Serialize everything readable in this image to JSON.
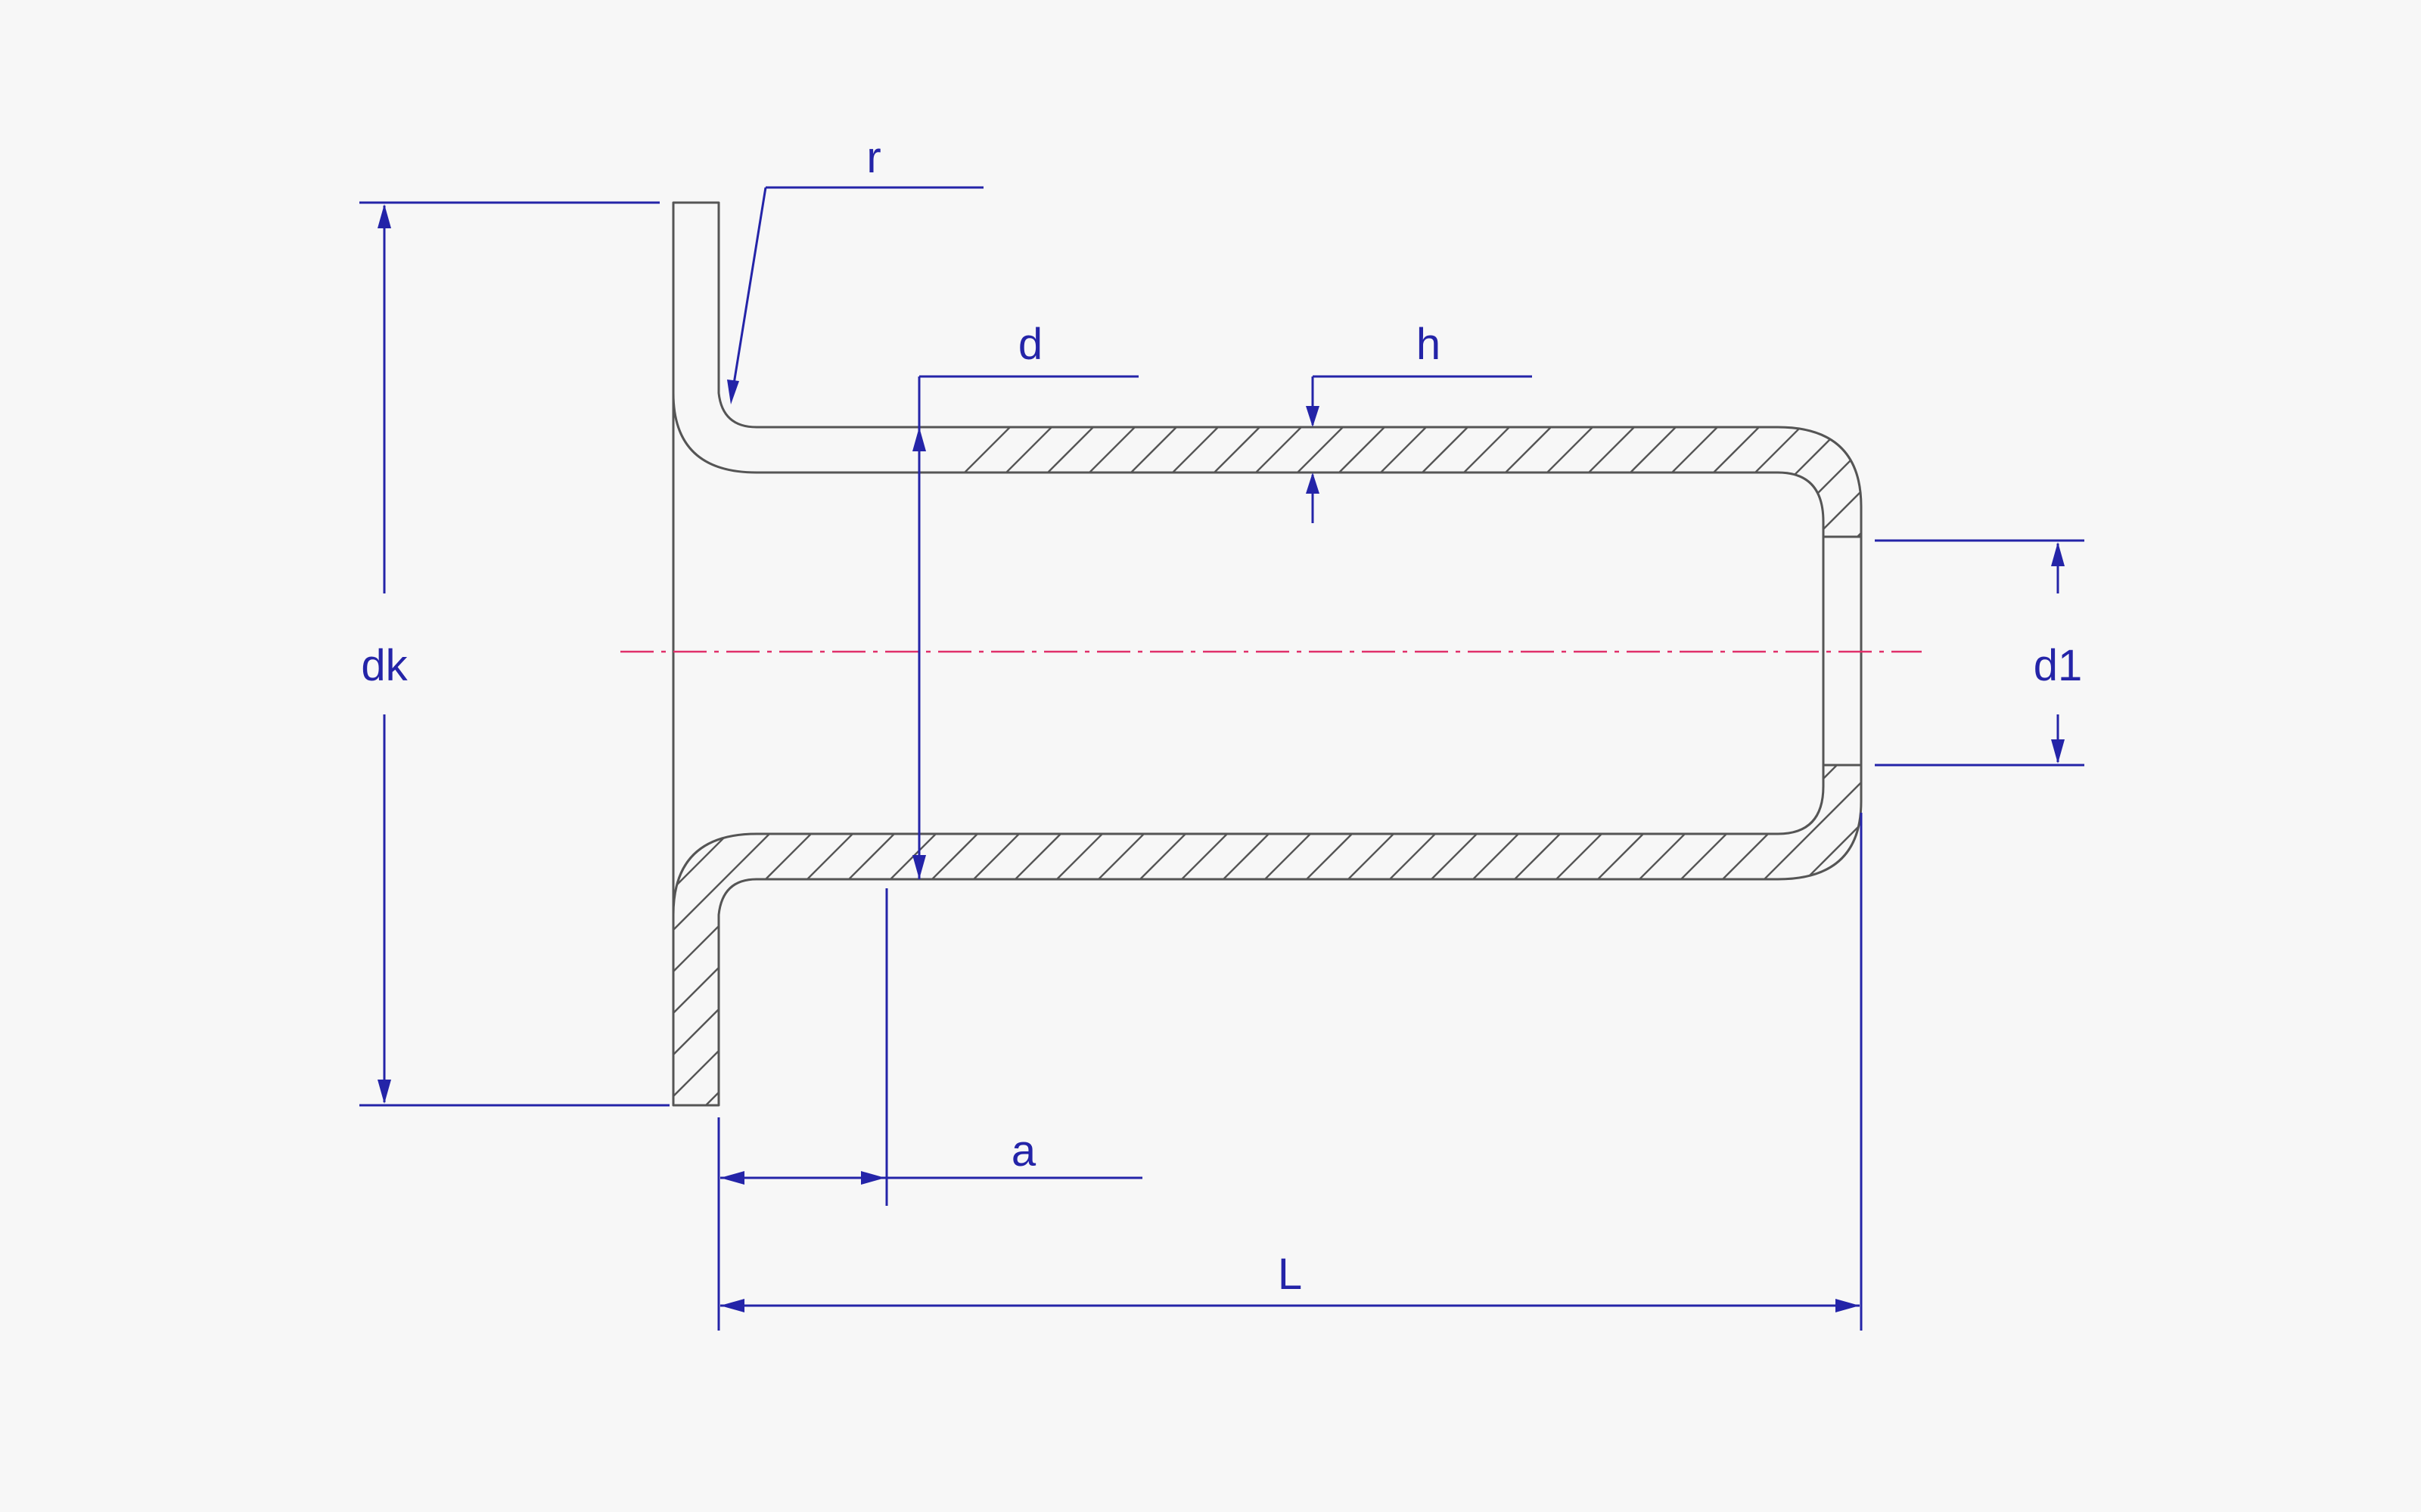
{
  "labels": {
    "r": "r",
    "d": "d",
    "h": "h",
    "dk": "dk",
    "d1": "d1",
    "a": "a",
    "L": "L"
  },
  "colors": {
    "dimension": "#2424a8",
    "outline": "#555555",
    "centerline": "#e0306a",
    "background": "#f7f7f7"
  }
}
